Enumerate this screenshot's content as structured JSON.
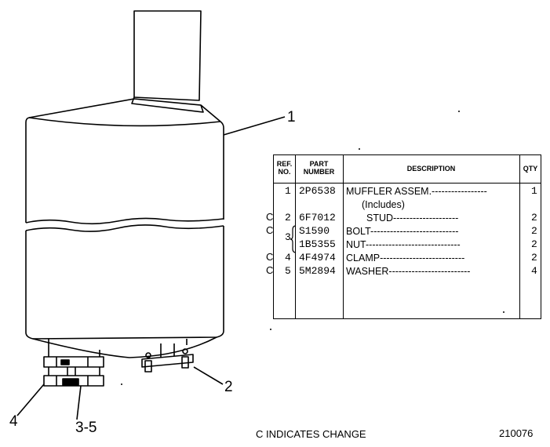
{
  "callouts": {
    "c1": "1",
    "c2": "2",
    "c4": "4",
    "c35": "3-5"
  },
  "table": {
    "headers": {
      "ref": "REF.\nNO.",
      "part": "PART\nNUMBER",
      "description": "DESCRIPTION",
      "qty": "QTY"
    },
    "rows": [
      {
        "change": "",
        "ref": "1",
        "part": "2P6538",
        "description": "MUFFLER ASSEM.-----------------",
        "qty": "1"
      },
      {
        "change": "",
        "ref": "",
        "part": "",
        "description": "(Includes)",
        "qty": ""
      },
      {
        "change": "C",
        "ref": "2",
        "part": "6F7012",
        "description": "STUD--------------------",
        "qty": "2"
      },
      {
        "change": "C",
        "ref": "",
        "part": "S1590",
        "description": "BOLT---------------------------",
        "qty": "2"
      },
      {
        "change": "",
        "ref": "",
        "part": "1B5355",
        "description": "NUT-----------------------------",
        "qty": "2"
      },
      {
        "change": "C",
        "ref": "4",
        "part": "4F4974",
        "description": "CLAMP--------------------------",
        "qty": "2"
      },
      {
        "change": "C",
        "ref": "5",
        "part": "5M2894",
        "description": "WASHER-------------------------",
        "qty": "4"
      }
    ],
    "bracket_ref": "3"
  },
  "footer": {
    "legend": "C INDICATES CHANGE",
    "figure_number": "210076"
  }
}
